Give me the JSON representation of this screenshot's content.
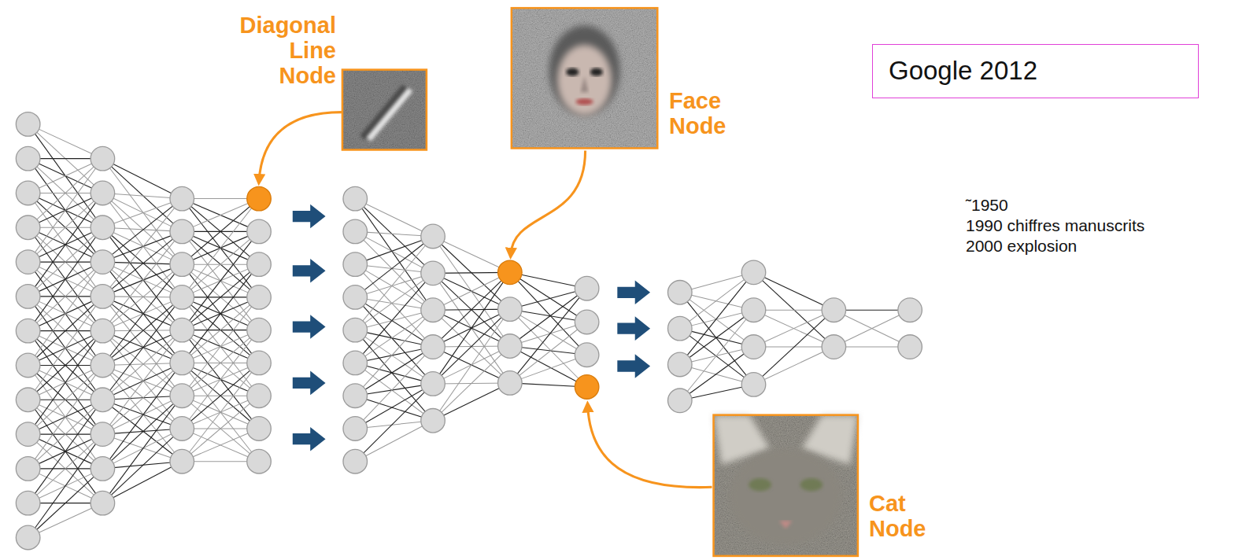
{
  "diagram": {
    "nodes": [
      {
        "text": [
          "Google 2012"
        ]
      }
    ],
    "labels": [
      "Diagonal Line Node",
      "Face Node",
      "Cat Node",
      "˜1950",
      "1990 chiffres manuscrits",
      "2000 explosion"
    ]
  }
}
